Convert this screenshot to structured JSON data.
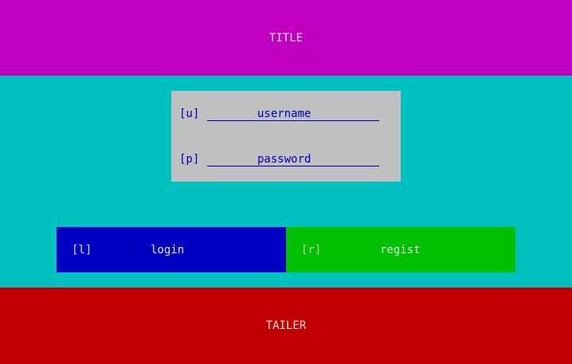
{
  "title_bar": {
    "text": "TITLE",
    "color": "#c000c0"
  },
  "form": {
    "username": {
      "key": "[u]",
      "value": "username"
    },
    "password": {
      "key": "[p]",
      "value": "password"
    }
  },
  "buttons": {
    "login": {
      "key": "[l]",
      "label": "login",
      "color": "#0000c0"
    },
    "regist": {
      "key": "[r]",
      "label": "regist",
      "color": "#00c000"
    }
  },
  "tailer_bar": {
    "text": "TAILER",
    "color": "#c00000"
  },
  "colors": {
    "background": "#00c0c0",
    "form_box": "#c0c0c0"
  }
}
